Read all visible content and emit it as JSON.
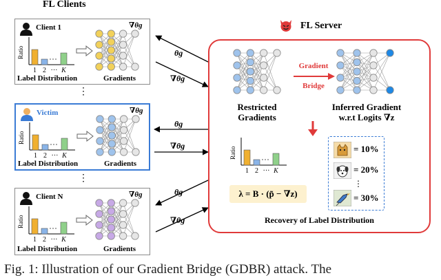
{
  "header": {
    "clients_title": "FL Clients",
    "server_title": "FL Server"
  },
  "clients": [
    {
      "name": "Client 1",
      "ratio_label": "Ratio",
      "ticks": [
        "1",
        "2",
        "···",
        "K"
      ],
      "left_label": "Label Distribution",
      "right_label": "Gradients",
      "grad_symbol": "∇θg"
    },
    {
      "name": "Victim",
      "ratio_label": "Ratio",
      "ticks": [
        "1",
        "2",
        "···",
        "K"
      ],
      "left_label": "Label Distribution",
      "right_label": "Gradients",
      "grad_symbol": "∇θg"
    },
    {
      "name": "Client N",
      "ratio_label": "Ratio",
      "ticks": [
        "1",
        "2",
        "···",
        "K"
      ],
      "left_label": "Label Distribution",
      "right_label": "Gradients",
      "grad_symbol": "∇θg"
    }
  ],
  "ellipsis": "⋮",
  "arrows": {
    "down_label": "θg",
    "up_label": "∇θg"
  },
  "server": {
    "gradient_bridge": [
      "Gradient",
      "Bridge"
    ],
    "restricted": [
      "Restricted",
      "Gradients"
    ],
    "inferred": [
      "Inferred Gradient",
      "w.r.t Logits ∇z"
    ],
    "ratio_label": "Ratio",
    "ticks": [
      "1",
      "2",
      "···",
      "K"
    ],
    "formula": "λ = B · (p̃ − ∇z)",
    "recovery_label": "Recovery of Label Distribution",
    "results": [
      "= 10%",
      "= 20%",
      "⋮",
      "= 30%"
    ]
  },
  "caption": "Fig. 1: Illustration of our Gradient Bridge (GDBR) attack. The",
  "colors": {
    "client_bar_orange": "#f0b030",
    "client_bar_blue": "#8ab4e8",
    "client_bar_green": "#8fd08a",
    "client1_nodes": "#f2d15a",
    "victim_nodes": "#9fc3ec",
    "clientN_nodes": "#c7a9e6",
    "server_red": "#e03a3a",
    "victim_blue": "#3a7bd5"
  }
}
